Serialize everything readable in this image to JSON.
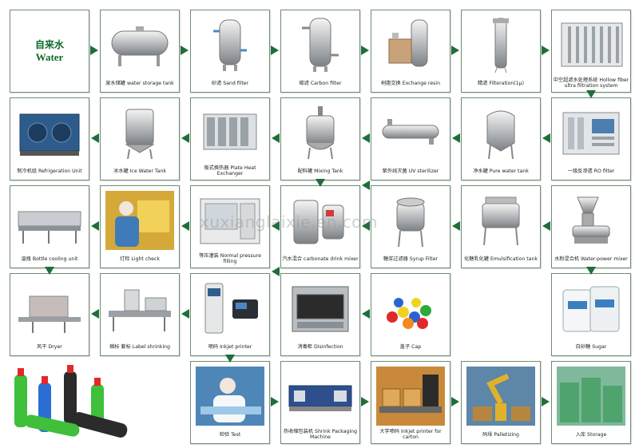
{
  "watermark": "xuxianglaixie.en.com",
  "colors": {
    "arrow": "#1f6e3a",
    "border": "#6f8b74",
    "title_green": "#0e6a2c"
  },
  "steps": [
    {
      "id": "water",
      "label": "",
      "title_cn": "自来水",
      "title_en": "Water",
      "icon": "water-source-icon"
    },
    {
      "id": "storage-tank",
      "label": "泉水储罐 water storage tank",
      "icon": "storage-tank-icon"
    },
    {
      "id": "sand-filter",
      "label": "砂滤 Sand filter",
      "icon": "sand-filter-icon"
    },
    {
      "id": "carbon-filter",
      "label": "碳滤 Carbon filter",
      "icon": "carbon-filter-icon"
    },
    {
      "id": "exchange-resin",
      "label": "树脂交换 Exchange resin",
      "icon": "exchange-resin-icon"
    },
    {
      "id": "filtration",
      "label": "精滤 Filteration(1μ)",
      "icon": "precision-filter-icon"
    },
    {
      "id": "ultrafiltration",
      "label": "中空超滤水处理系统 Hollow fiber ultra filtration system",
      "icon": "ultrafiltration-system-icon"
    },
    {
      "id": "refrigeration",
      "label": "制冷机组 Refrigeration Unit",
      "icon": "refrigeration-unit-icon"
    },
    {
      "id": "ice-water-tank",
      "label": "冰水罐 Ice Water Tank",
      "icon": "ice-water-tank-icon"
    },
    {
      "id": "heat-exchanger",
      "label": "板式换热器 Plate Heat Exchanger",
      "icon": "plate-heat-exchanger-icon"
    },
    {
      "id": "mixing-tank",
      "label": "配料罐 Mixing Tank",
      "icon": "mixing-tank-icon"
    },
    {
      "id": "uv-sterilizer",
      "label": "紫外线灭菌 UV sterilizer",
      "icon": "uv-sterilizer-icon"
    },
    {
      "id": "pure-water-tank",
      "label": "净水罐 Pure water tank",
      "icon": "pure-water-tank-icon"
    },
    {
      "id": "ro-filter",
      "label": "一级反渗透 RO filter",
      "icon": "ro-filter-icon"
    },
    {
      "id": "bottle-cooling",
      "label": "温瓶 Bottle cooling unit",
      "icon": "bottle-cooling-icon"
    },
    {
      "id": "light-check",
      "label": "灯检 Light check",
      "icon": "light-check-icon"
    },
    {
      "id": "normal-filling",
      "label": "等压灌装 Normal pressure filling",
      "icon": "filling-machine-icon"
    },
    {
      "id": "carbonate-mixer",
      "label": "汽水混合 carbonate drink mixer",
      "icon": "carbonate-mixer-icon"
    },
    {
      "id": "syrup-filter",
      "label": "糖浆过滤器 Syrup Filter",
      "icon": "syrup-filter-icon"
    },
    {
      "id": "emulsification",
      "label": "化糖乳化罐 Emulsification tank",
      "icon": "emulsification-tank-icon"
    },
    {
      "id": "water-powder-mixer",
      "label": "水粉混合机 Water-power mixer",
      "icon": "powder-mixer-icon"
    },
    {
      "id": "dryer",
      "label": "风干 Dryer",
      "icon": "dryer-icon"
    },
    {
      "id": "label-shrinking",
      "label": "缩标 套标 Label shrinking",
      "icon": "label-shrinking-icon"
    },
    {
      "id": "inkjet-printer",
      "label": "喷码 Inkjet printer",
      "icon": "inkjet-printer-icon"
    },
    {
      "id": "disinfection",
      "label": "消毒柜 Disinfection",
      "icon": "disinfection-cabinet-icon"
    },
    {
      "id": "cap",
      "label": "盖子 Cap",
      "icon": "bottle-caps-icon"
    },
    {
      "id": "sugar",
      "label": "白砂糖 Sugar",
      "icon": "sugar-bags-icon"
    },
    {
      "id": "test",
      "label": "检验 Test",
      "icon": "test-inspection-icon"
    },
    {
      "id": "shrink-packaging",
      "label": "热收缩包装机 Shrink Packaging Machine",
      "icon": "shrink-packaging-icon"
    },
    {
      "id": "carton-printer",
      "label": "大字喷码 Inkjet printer for carton",
      "icon": "carton-inkjet-icon"
    },
    {
      "id": "palletizing",
      "label": "码垛 Palletizing",
      "icon": "palletizing-robot-icon"
    },
    {
      "id": "storage",
      "label": "入库 Storage",
      "icon": "warehouse-storage-icon"
    }
  ]
}
